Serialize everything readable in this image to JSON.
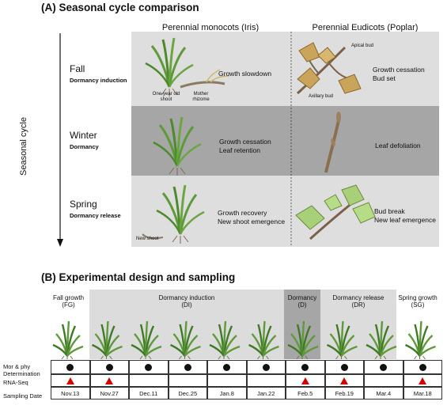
{
  "section_a": {
    "title": "(A) Seasonal cycle comparison",
    "col_monocot": "Perennial monocots (Iris)",
    "col_eudicot": "Perennial Eudicots (Poplar)",
    "axis_label": "Seasonal cycle",
    "seasons": [
      {
        "name": "Fall",
        "sub": "Dormancy induction",
        "monocot_note": [
          "Growth slowdown"
        ],
        "eudicot_note": [
          "Growth cessation",
          "Bud set"
        ],
        "bg": "#dedede"
      },
      {
        "name": "Winter",
        "sub": "Dormancy",
        "monocot_note": [
          "Growth cessation",
          "Leaf retention"
        ],
        "eudicot_note": [
          "Leaf defoliation"
        ],
        "bg": "#a6a6a6"
      },
      {
        "name": "Spring",
        "sub": "Dormancy release",
        "monocot_note": [
          "Growth recovery",
          "New shoot emergence"
        ],
        "eudicot_note": [
          "Bud break",
          "New leaf emergence"
        ],
        "bg": "#dedede"
      }
    ],
    "callouts": {
      "one_year_shoot": [
        "One-year old",
        "shoot"
      ],
      "mother_rhizome": [
        "Mother",
        "rhizome"
      ],
      "apical_bud": "Apical bud",
      "axillary_bud": "Axillary bud",
      "new_shoot": "New shoot"
    }
  },
  "section_b": {
    "title": "(B) Experimental design and sampling",
    "phases": [
      {
        "name": "Fall growth",
        "abbr": "(FG)",
        "bg": "#ffffff"
      },
      {
        "name": "Dormancy induction",
        "abbr": "(DI)",
        "bg": "#dcdcdc"
      },
      {
        "name": "Dormancy",
        "abbr": "(D)",
        "bg": "#a6a6a6"
      },
      {
        "name": "Dormancy release",
        "abbr": "(DR)",
        "bg": "#dcdcdc"
      },
      {
        "name": "Spring growth",
        "abbr": "(SG)",
        "bg": "#ffffff"
      }
    ],
    "row_labels": {
      "morphology": [
        "Mor & phy",
        "Determination"
      ],
      "rnaseq": "RNA-Seq",
      "date": "Sampling Date"
    },
    "samples": [
      {
        "date": "Nov.13",
        "mor": true,
        "rna": true
      },
      {
        "date": "Nov.27",
        "mor": true,
        "rna": true
      },
      {
        "date": "Dec.11",
        "mor": true,
        "rna": false
      },
      {
        "date": "Dec.25",
        "mor": true,
        "rna": false
      },
      {
        "date": "Jan.8",
        "mor": true,
        "rna": false
      },
      {
        "date": "Jan.22",
        "mor": true,
        "rna": false
      },
      {
        "date": "Feb.5",
        "mor": true,
        "rna": true
      },
      {
        "date": "Feb.19",
        "mor": true,
        "rna": true
      },
      {
        "date": "Mar.4",
        "mor": true,
        "rna": false
      },
      {
        "date": "Mar.18",
        "mor": true,
        "rna": true
      }
    ]
  },
  "colors": {
    "leaf": "#5f9a3a",
    "leaf_dark": "#3f7a26",
    "poplar_fall": "#c9a45a",
    "poplar_spring": "#a8d078",
    "rna_marker": "#d40000"
  }
}
